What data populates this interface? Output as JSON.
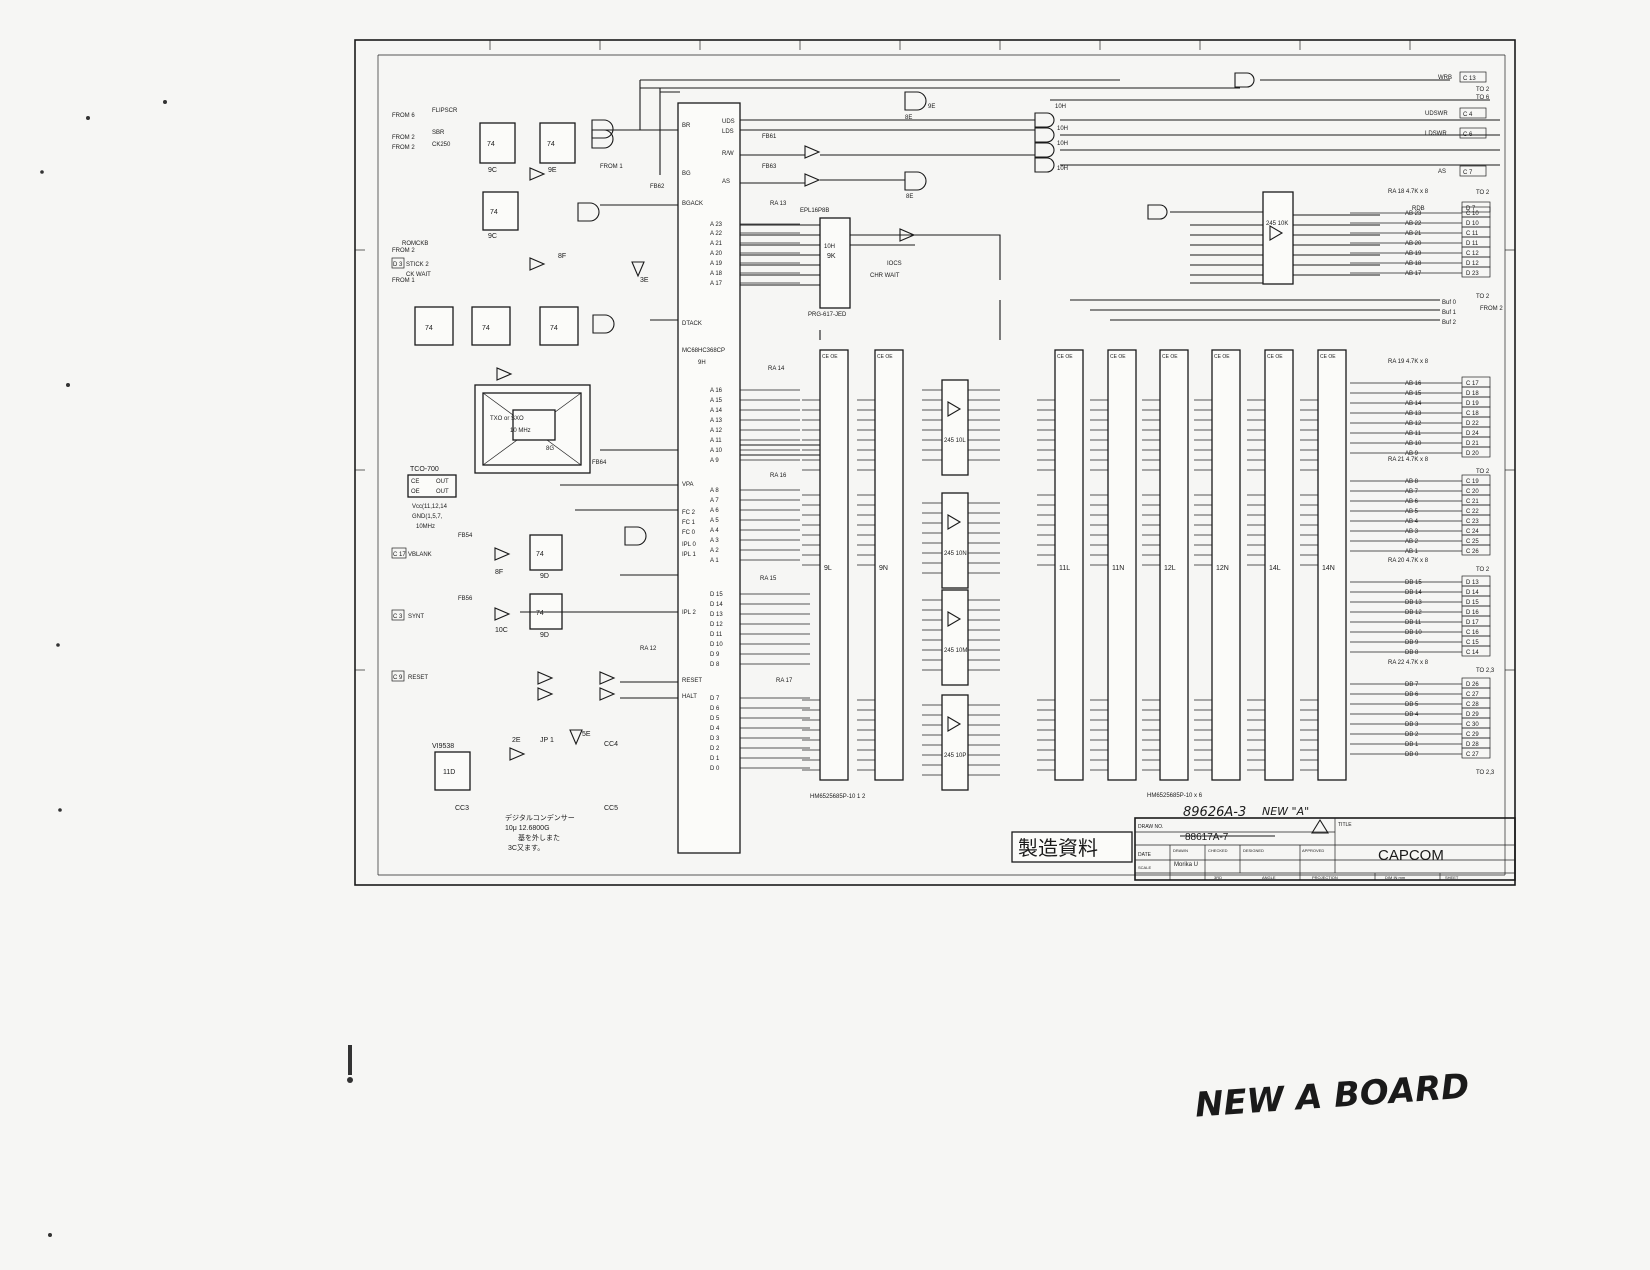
{
  "title_block": {
    "drawing_no": "89626A-3",
    "drawing_no_struck": "88617A-7",
    "revision_note": "NEW \"A\"",
    "company": "CAPCOM",
    "stamp": "製造資料",
    "labels": {
      "draw_no": "DRAW NO.",
      "title": "TITLE",
      "date": "DATE",
      "drawn": "DRAWN",
      "checked": "CHECKED",
      "designed": "DESIGNED",
      "approved": "APPROVED",
      "scale": "SCALE",
      "angle": "ANGLE",
      "projection": "PROJECTION",
      "dim": "DIM IN mm",
      "sheet": "SHEET",
      "third": "3RD"
    },
    "drawn_by": "Morika U"
  },
  "handwritten_note": "NEW A BOARD",
  "chips": {
    "cpu": [
      "MC68HC368CP",
      "9H"
    ],
    "pal": [
      "EPL16P8B",
      "10H",
      "9K",
      "PRG-617-JED"
    ],
    "osc_top": "TCO-700",
    "osc_lines": [
      "Vcc(11,12,14",
      "GND(1,5,7,",
      "10MHz"
    ],
    "osc_pins": [
      "CE",
      "OUT",
      "OE",
      "OUT"
    ],
    "xtal": [
      "TXO or SXO",
      "10 MHz",
      "8G"
    ],
    "reset_chip": [
      "VI9538",
      "11D"
    ],
    "buffers": [
      "245 10L",
      "245 10N",
      "245 10M",
      "245 10P",
      "245 10K"
    ],
    "ram_left": [
      "9L",
      "9N"
    ],
    "ram_right": [
      "11L",
      "11N",
      "12L",
      "12N",
      "14L",
      "14N"
    ],
    "ram_left_label": "HM6525685P-10 1 2",
    "ram_right_label": "HM6525685P-10 x 6"
  },
  "cap_note": [
    "デジタルコンデンサー",
    "10μ 12.6800G",
    "基を外しまた",
    "3C又ます。"
  ],
  "left_signals": {
    "from_labels": [
      "FROM 6",
      "FROM 2",
      "FROM 2",
      "FROM 2",
      "FROM 1",
      "FROM 1"
    ],
    "named": [
      "FLIPSCR",
      "SBR",
      "CK250",
      "ROMCKB",
      "STICK 2",
      "CK WAIT",
      "VBLANK",
      "SYNT",
      "RESET"
    ],
    "ports": [
      "D 3",
      "C 17",
      "C 3",
      "C 9"
    ]
  },
  "cpu_pins": {
    "top": [
      "BR",
      "BG",
      "BGACK"
    ],
    "mid": [
      "DTACK",
      "IPL 2",
      "FC 2",
      "FC 1",
      "FC 0",
      "IPL 0",
      "IPL 1",
      "VPA",
      "RESET",
      "HALT"
    ],
    "addr": [
      "A 23",
      "A 22",
      "A 21",
      "A 20",
      "A 19",
      "A 18",
      "A 17",
      "A 16",
      "A 15",
      "A 14",
      "A 13",
      "A 12",
      "A 11",
      "A 10",
      "A 9",
      "A 8",
      "A 7",
      "A 6",
      "A 5",
      "A 4",
      "A 3",
      "A 2",
      "A 1"
    ],
    "data": [
      "D 15",
      "D 14",
      "D 13",
      "D 12",
      "D 11",
      "D 10",
      "D 9",
      "D 8",
      "D 7",
      "D 6",
      "D 5",
      "D 4",
      "D 3",
      "D 2",
      "D 1",
      "D 0"
    ],
    "ctrl": [
      "UDS",
      "LDS",
      "R/W",
      "AS"
    ]
  },
  "top_signals": [
    "WRB",
    "UDSWR",
    "LDSWR",
    "AS",
    "RDB",
    "IOCS",
    "CHR WAIT"
  ],
  "right_connectors": {
    "g1": {
      "lines": [
        "AB 23",
        "AB 22",
        "AB 21",
        "AB 20",
        "AB 19",
        "AB 18",
        "AB 17"
      ],
      "pins": [
        "C 10",
        "D 10",
        "C 11",
        "D 11",
        "C 12",
        "D 12",
        "D 23"
      ],
      "head": "D 7",
      "res": "RA 18 4.7K x 8"
    },
    "g2": {
      "lines": [
        "AB 16",
        "AB 15",
        "AB 14",
        "AB 13",
        "AB 12",
        "AB 11",
        "AB 10",
        "AB 9"
      ],
      "pins": [
        "C 17",
        "D 18",
        "D 19",
        "C 18",
        "D 22",
        "D 24",
        "D 21",
        "D 20"
      ],
      "res": "RA 19 4.7K x 8"
    },
    "g3": {
      "lines": [
        "AB 8",
        "AB 7",
        "AB 6",
        "AB 5",
        "AB 4",
        "AB 3",
        "AB 2",
        "AB 1"
      ],
      "pins": [
        "C 19",
        "C 20",
        "C 21",
        "C 22",
        "C 23",
        "C 24",
        "C 25",
        "C 26"
      ],
      "res": "RA 21 4.7K x 8"
    },
    "g4": {
      "lines": [
        "DB 15",
        "DB 14",
        "DB 13",
        "DB 12",
        "DB 11",
        "DB 10",
        "DB 9",
        "DB 8"
      ],
      "pins": [
        "D 13",
        "D 14",
        "D 15",
        "D 16",
        "D 17",
        "C 16",
        "C 15",
        "C 14"
      ],
      "res": "RA 20 4.7K x 8"
    },
    "g5": {
      "lines": [
        "DB 7",
        "DB 6",
        "DB 5",
        "DB 4",
        "DB 3",
        "DB 2",
        "DB 1",
        "DB 0"
      ],
      "pins": [
        "D 26",
        "C 27",
        "C 28",
        "D 29",
        "C 30",
        "C 29",
        "D 28",
        "C 27"
      ],
      "res": "RA 22 4.7K x 8"
    }
  },
  "right_top_ports": [
    "C 13",
    "C 4",
    "C 6",
    "C 7"
  ],
  "to_labels": [
    "TO 2",
    "TO 6",
    "TO 2",
    "TO 2",
    "TO 2",
    "TO 2",
    "TO 2,3",
    "TO 2,3"
  ],
  "buf_labels": [
    "Buf 0",
    "Buf 1",
    "Buf 2",
    "FROM 2"
  ],
  "gate_labels": [
    "10H",
    "10H",
    "10H",
    "10H",
    "8E",
    "8E",
    "9E",
    "3E",
    "8F",
    "9C",
    "9E",
    "9C",
    "9D",
    "9D",
    "10C",
    "8F",
    "8F",
    "2E",
    "JP 1",
    "5E",
    "CC4",
    "CC5",
    "CC3"
  ],
  "misc_labels": [
    "FB63",
    "FB64",
    "FB61",
    "FB62",
    "FB54",
    "FB56",
    "RA 12",
    "RA 13",
    "RA 14",
    "RA 15",
    "RA 16",
    "RA 17"
  ],
  "colors": {
    "ink": "#1a1a1a",
    "paper": "#f6f6f4"
  }
}
